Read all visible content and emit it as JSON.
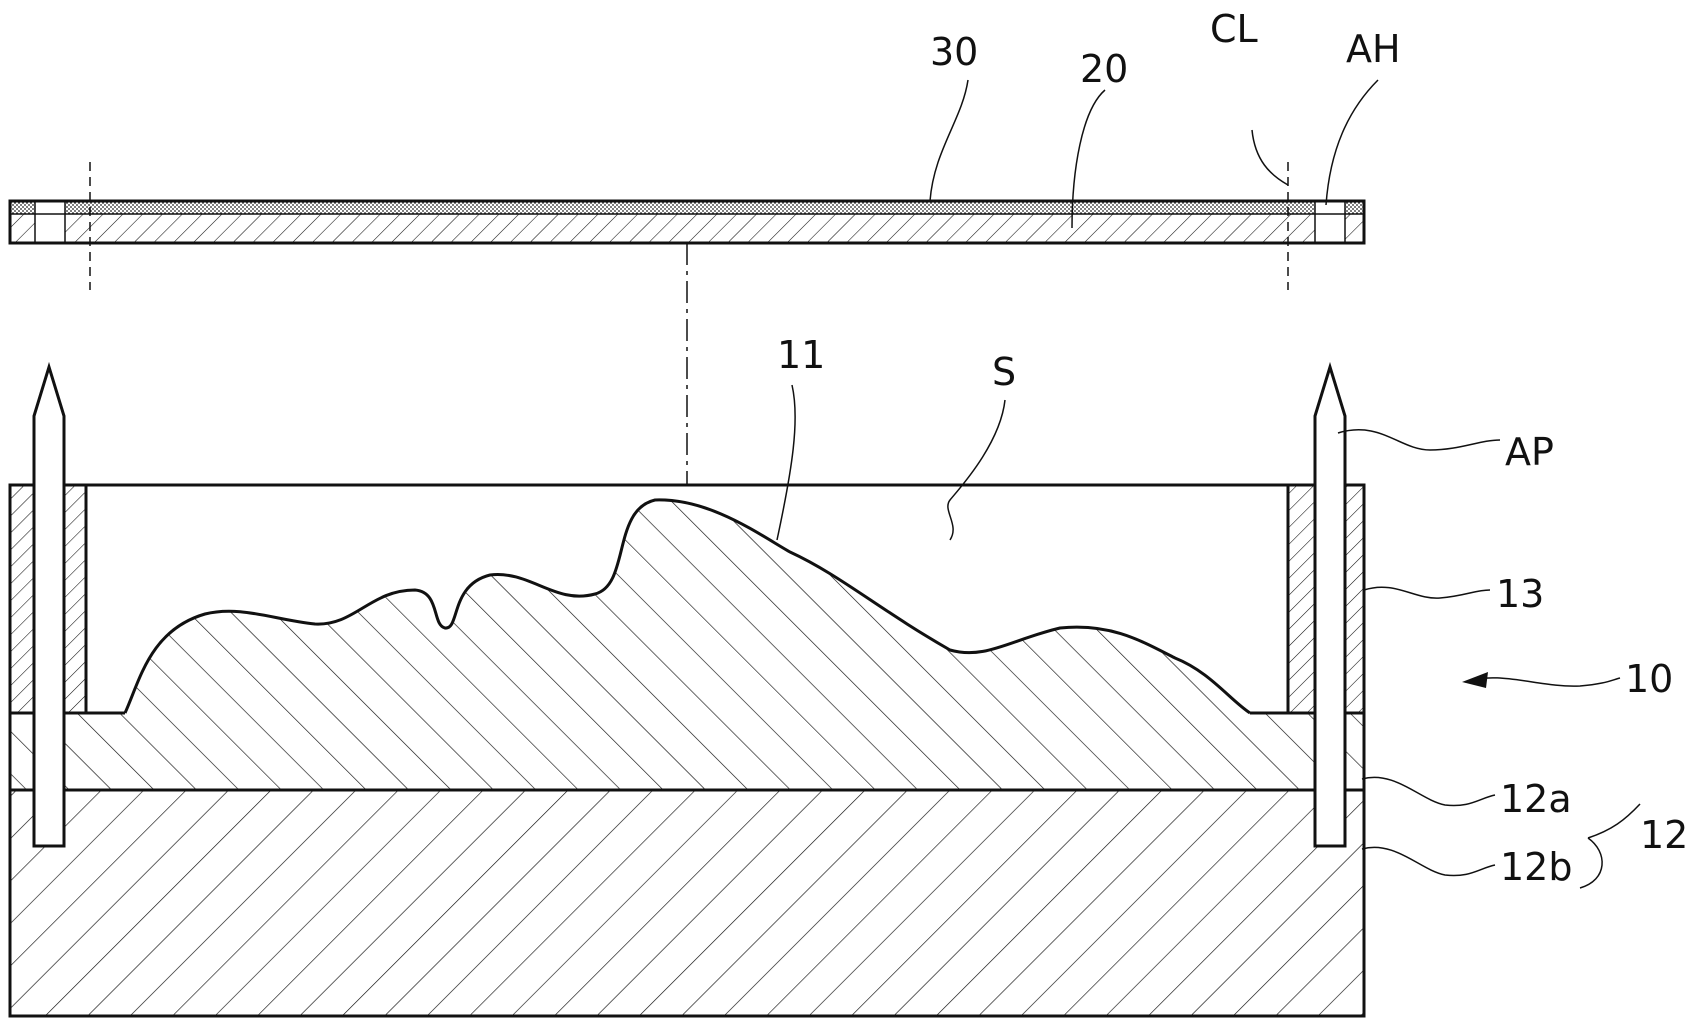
{
  "figure": {
    "labels": {
      "label_30": "30",
      "label_20": "20",
      "label_CL": "CL",
      "label_AH": "AH",
      "label_11": "11",
      "label_S": "S",
      "label_AP": "AP",
      "label_13": "13",
      "label_10": "10",
      "label_12a": "12a",
      "label_12": "12",
      "label_12b": "12b"
    }
  }
}
